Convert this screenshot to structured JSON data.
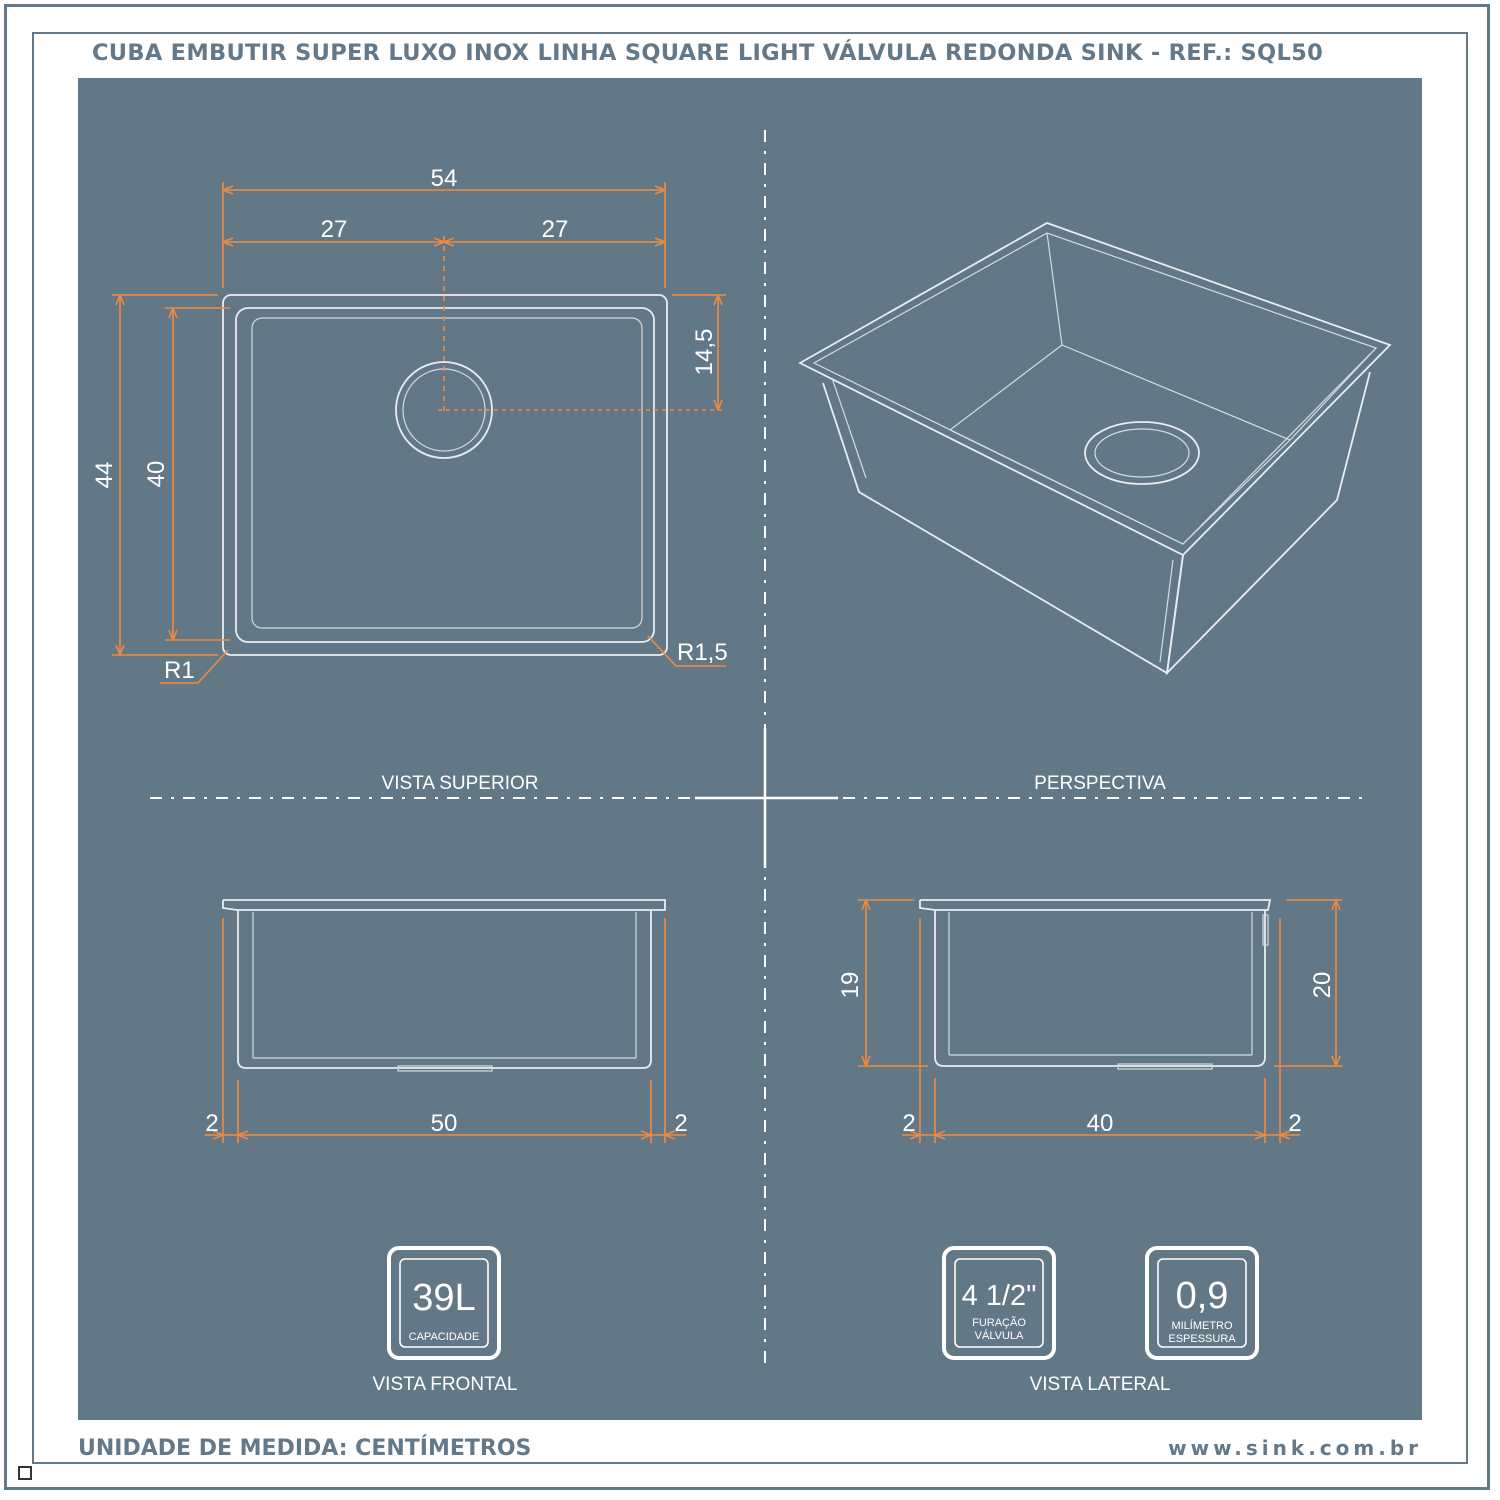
{
  "header": {
    "title": "CUBA EMBUTIR SUPER LUXO INOX LINHA SQUARE LIGHT VÁLVULA REDONDA SINK - REF.: SQL50"
  },
  "views": {
    "top": {
      "label": "VISTA SUPERIOR"
    },
    "perspective": {
      "label": "PERSPECTIVA"
    },
    "front": {
      "label": "VISTA FRONTAL"
    },
    "side": {
      "label": "VISTA LATERAL"
    }
  },
  "dimensions": {
    "top": {
      "total_width": "54",
      "half_left": "27",
      "half_right": "27",
      "outer_depth": "44",
      "inner_depth": "40",
      "drain_offset": "14,5",
      "radius_outer": "R1",
      "radius_inner": "R1,5"
    },
    "front": {
      "left_flange": "2",
      "inner_width": "50",
      "right_flange": "2"
    },
    "side": {
      "inner_height": "19",
      "outer_height": "20",
      "left_flange": "2",
      "inner_depth": "40",
      "right_flange": "2"
    }
  },
  "badges": {
    "capacity": {
      "value": "39L",
      "caption": "CAPACIDADE"
    },
    "valve": {
      "value": "4 1/2\"",
      "caption_line1": "FURAÇÃO",
      "caption_line2": "VÁLVULA"
    },
    "thickness": {
      "value": "0,9",
      "caption_line1": "MILÍMETRO",
      "caption_line2": "ESPESSURA"
    }
  },
  "footer": {
    "unit": "UNIDADE DE MEDIDA: CENTÍMETROS",
    "website": "www.sink.com.br"
  },
  "colors": {
    "panel": "#637887",
    "brand_text": "#63798a",
    "dimension_line": "#f08a3e",
    "outline": "#e9edf0"
  }
}
